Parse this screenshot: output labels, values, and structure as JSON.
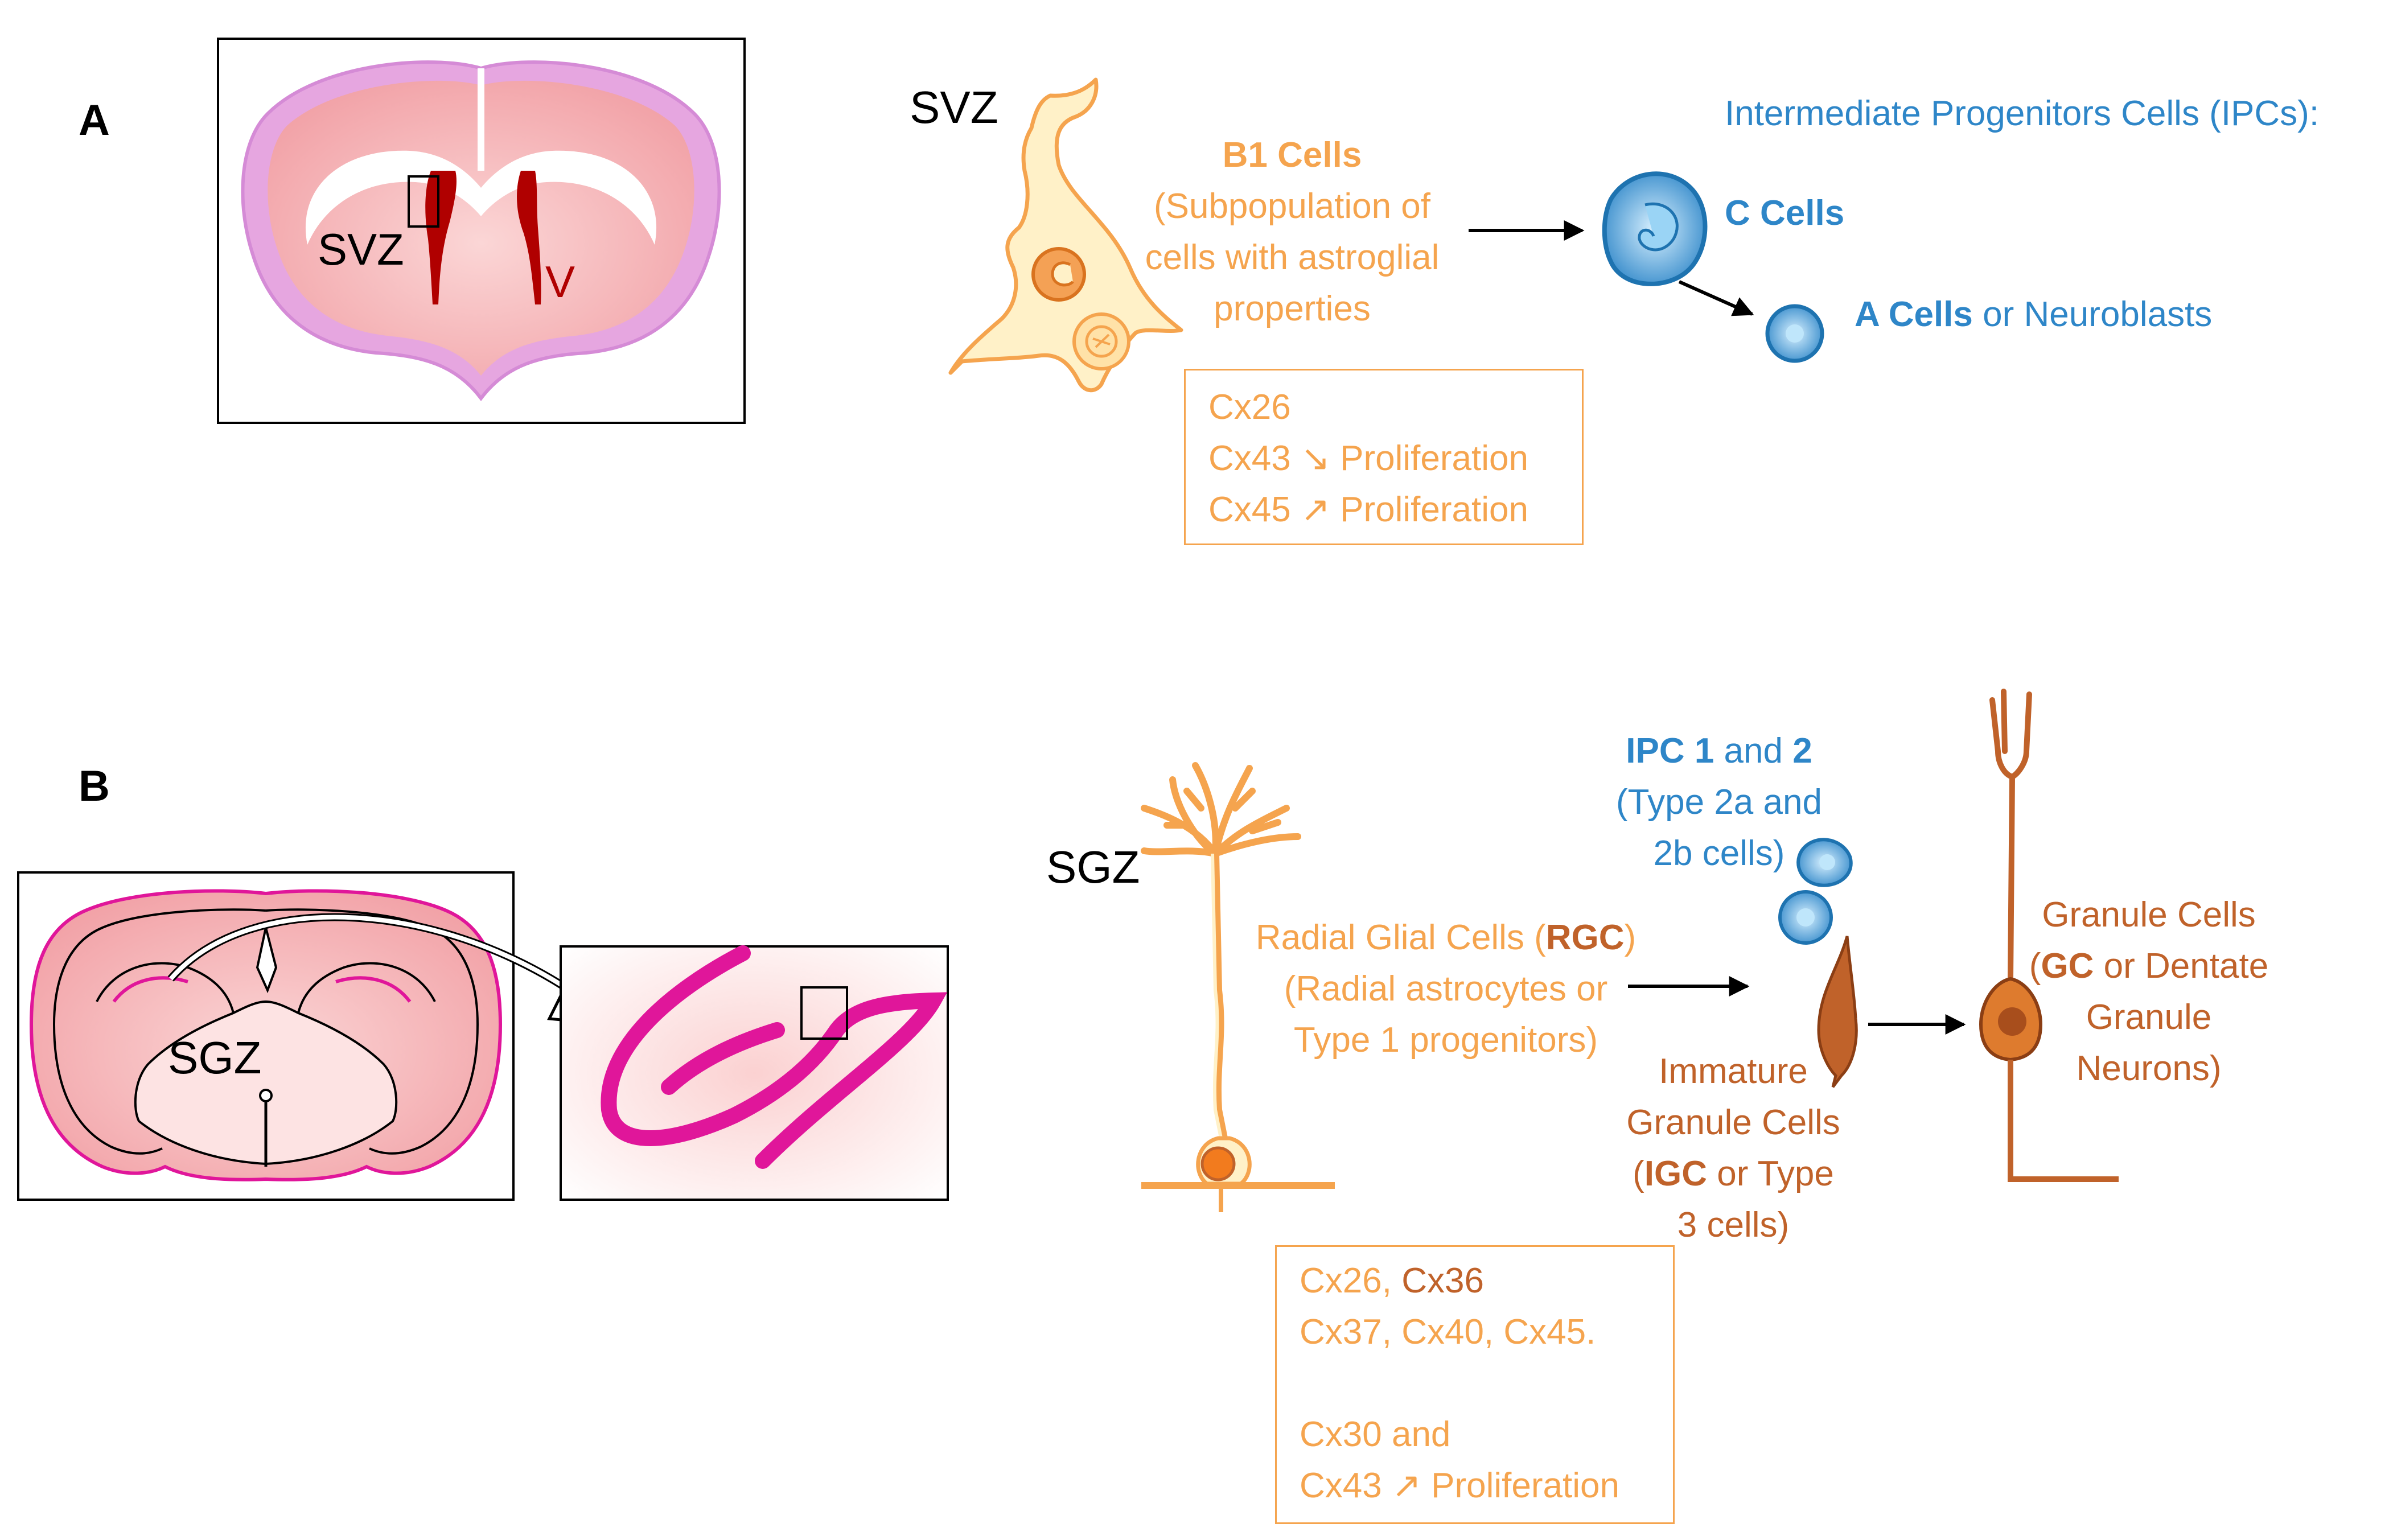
{
  "panels": {
    "a": {
      "letter": "A",
      "section_svz_label": "SVZ",
      "section_v_label": "V",
      "zone_label": "SVZ",
      "b1": {
        "title": "B1 Cells",
        "desc_lines": [
          "(Subpopulation of",
          "cells with astroglial",
          "properties"
        ]
      },
      "connexins": [
        "Cx26",
        "Cx43 ↘ Proliferation",
        "Cx45 ↗ Proliferation"
      ],
      "ipc_header": "Intermediate Progenitors Cells (IPCs):",
      "c_cells": "C Cells",
      "a_cells_bold": "A Cells",
      "a_cells_rest": " or Neuroblasts"
    },
    "b": {
      "letter": "B",
      "section_label": "SGZ",
      "zone_label": "SGZ",
      "rgc": {
        "line1_pre": "Radial Glial Cells (",
        "line1_bold": "RGC",
        "line1_post": ")",
        "line2": "(Radial astrocytes or",
        "line3": "Type 1 progenitors)"
      },
      "ipc": {
        "ipc_bold": "IPC 1",
        "and_text": " and ",
        "two_bold": "2",
        "line2": "(Type 2a and",
        "line3": "2b cells)"
      },
      "igc": {
        "line1": "Immature",
        "line2": "Granule Cells",
        "open_paren": "(",
        "bold": "IGC",
        "rest": " or Type",
        "line4": "3 cells)"
      },
      "gc": {
        "line1": "Granule Cells",
        "open_paren": "(",
        "bold": "GC",
        "rest": " or Dentate",
        "line3": "Granule",
        "line4": "Neurons)"
      },
      "connexins": {
        "line1_a": "Cx26, ",
        "line1_b": "Cx36",
        "line2": "Cx37, Cx40, Cx45.",
        "line3": "Cx30 and",
        "line4": "Cx43 ↗ Proliferation"
      }
    }
  },
  "colors": {
    "astro_orange": "#F5A44E",
    "neuron_brown": "#C0622A",
    "ipc_blue": "#2E86C8",
    "magenta": "#E0169A",
    "ventricle_red": "#B00000"
  }
}
